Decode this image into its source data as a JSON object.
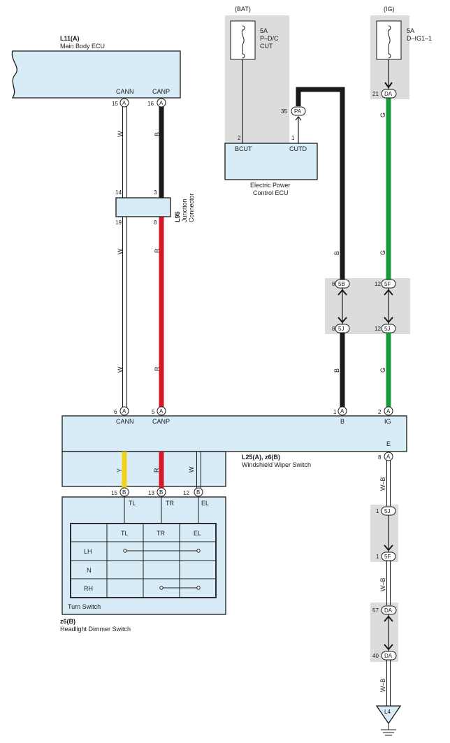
{
  "colors": {
    "black_wire": "#1a1a1a",
    "red_wire": "#d41a28",
    "green_wire": "#169a3a",
    "yellow_wire": "#f2d21a",
    "ecu_fill": "#d8ecf7",
    "grey_block": "#dcdcdc"
  },
  "main_body_ecu": {
    "code": "L11(A)",
    "name": "Main Body ECU",
    "pin_cann": "CANN",
    "pin_canp": "CANP",
    "pin15": "15",
    "pin16": "16",
    "conn": "A"
  },
  "junction": {
    "code": "L95",
    "name1": "Junction",
    "name2": "Connector",
    "p14": "14",
    "p3": "3",
    "p19": "19",
    "p8": "8"
  },
  "bat_fuse": {
    "source": "(BAT)",
    "amp": "5A",
    "name1": "P–D/C",
    "name2": "CUT"
  },
  "ig_fuse": {
    "source": "(IG)",
    "amp": "5A",
    "name": "D–IG1–1"
  },
  "eps_ecu": {
    "name1": "Electric Power",
    "name2": "Control ECU",
    "bcut": "BCUT",
    "cutd": "CUTD",
    "p2": "2",
    "p1": "1",
    "p35": "35",
    "conn_pa": "PA"
  },
  "ig_conn": {
    "pin": "21",
    "conn": "DA"
  },
  "mid_connectors": {
    "p8a": "8",
    "c5b": "5B",
    "p12a": "12",
    "c5f": "5F",
    "p8b": "8",
    "c5j": "5J",
    "p12b": "12",
    "c5j2": "5J"
  },
  "wires": {
    "w": "W",
    "b": "B",
    "r": "R",
    "g": "G",
    "y": "Y",
    "wb": "W–B"
  },
  "wiper_switch": {
    "code": "L25(A), z6(B)",
    "name": "Windshield Wiper Switch",
    "p6": "6",
    "p5": "5",
    "p1": "1",
    "p2": "2",
    "cann": "CANN",
    "canp": "CANP",
    "b": "B",
    "ig": "IG",
    "e": "E",
    "p8": "8",
    "conn_a": "A",
    "conn_b": "B"
  },
  "turn_pins": {
    "p15": "15",
    "p13": "13",
    "p12": "12",
    "tl": "TL",
    "tr": "TR",
    "el": "EL"
  },
  "turn_table": {
    "headers": [
      "TL",
      "TR",
      "EL"
    ],
    "rows": [
      "LH",
      "N",
      "RH"
    ],
    "caption": "Turn Switch"
  },
  "dimmer": {
    "code": "z6(B)",
    "name": "Headlight Dimmer Switch"
  },
  "ground_chain": {
    "p1a": "1",
    "c5j": "5J",
    "p1b": "1",
    "c5f": "5F",
    "p57": "57",
    "cda1": "DA",
    "p40": "40",
    "cda2": "DA",
    "ground": "L4"
  }
}
